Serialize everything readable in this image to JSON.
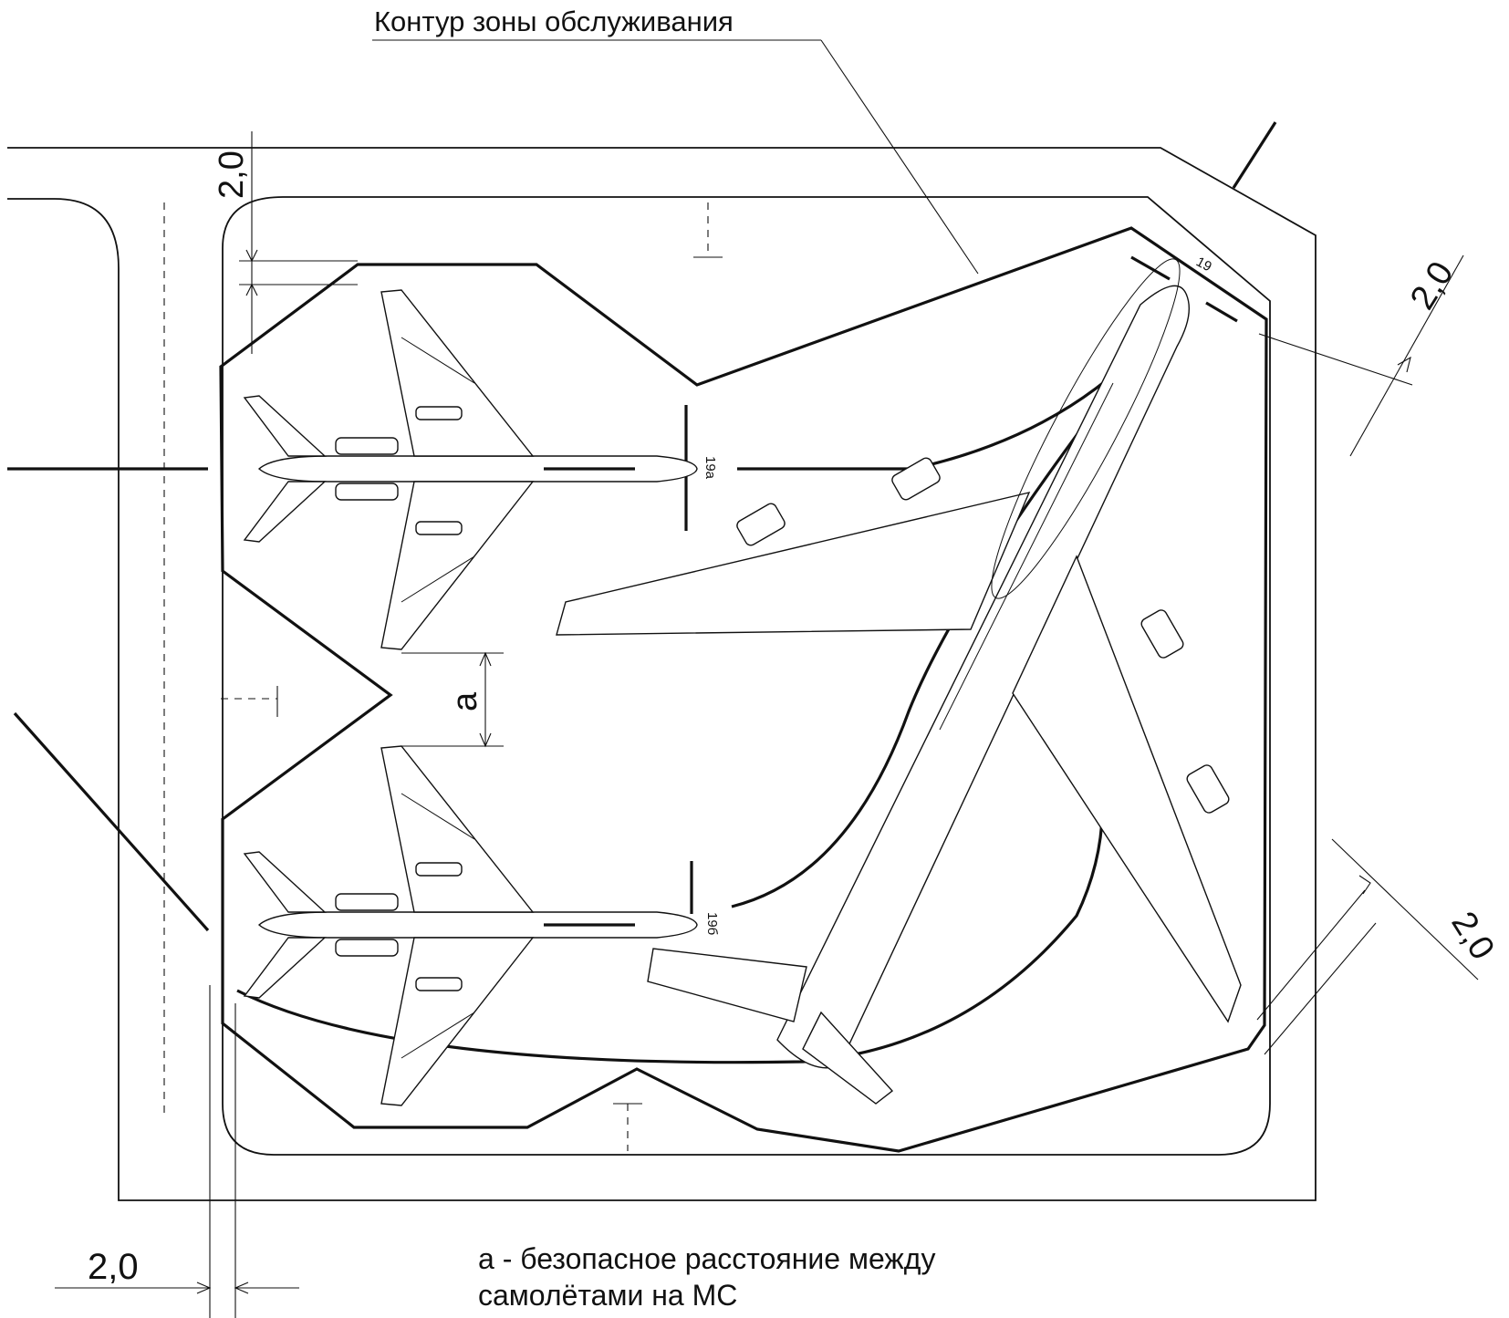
{
  "title": "Контур зоны обслуживания",
  "stand_labels": {
    "main": "19",
    "upper": "19а",
    "lower": "19б"
  },
  "dimensions": {
    "top_vertical": "2,0",
    "right_upper": "2,0",
    "right_lower": "2,0",
    "bottom_left": "2,0",
    "gap_symbol": "а"
  },
  "legend": {
    "line1": "а - безопасное расстояние между",
    "line2": "самолётами на МС"
  }
}
